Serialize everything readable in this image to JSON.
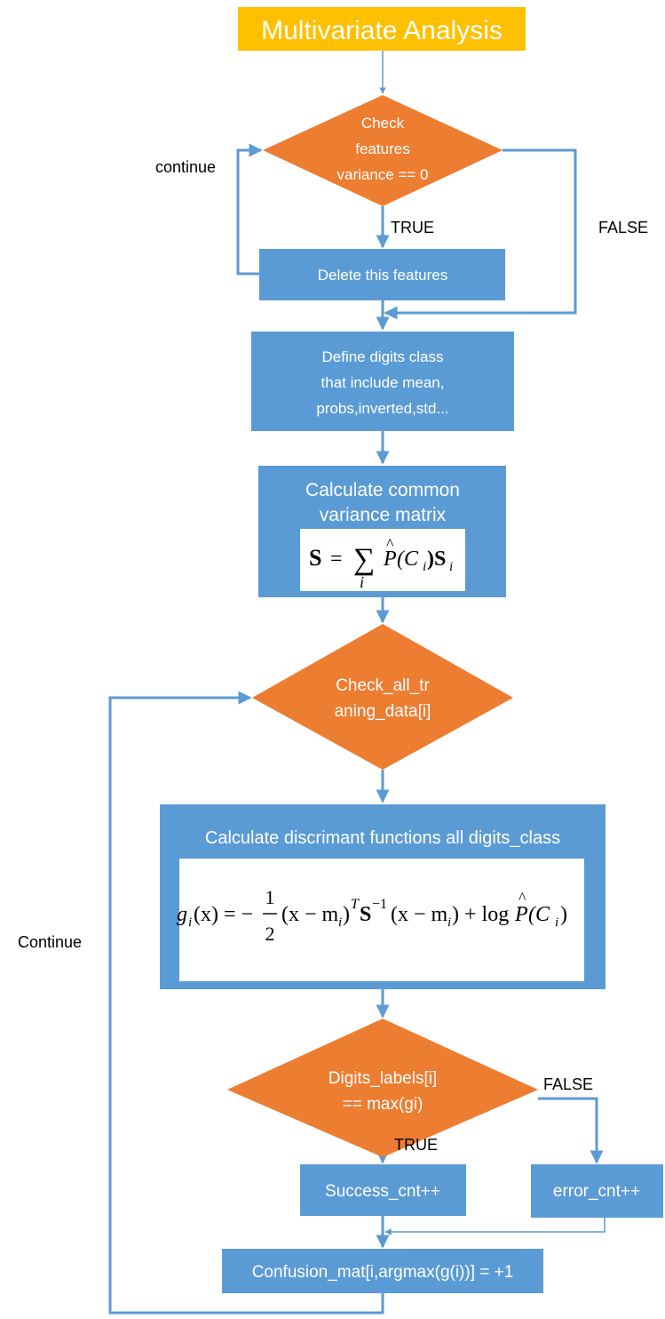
{
  "colors": {
    "title_fill": "#ffc000",
    "process_fill": "#5b9bd5",
    "decision_fill": "#ed7d31",
    "connector": "#5b9bd5",
    "node_text": "#ffffff",
    "side_text": "#000000"
  },
  "title": "Multivariate Analysis",
  "decision1": {
    "lines": [
      "Check",
      "features",
      "variance == 0"
    ]
  },
  "delete_box": {
    "label": "Delete this features"
  },
  "define_box": {
    "lines": [
      "Define digits class",
      "that include mean,",
      "probs,inverted,std..."
    ]
  },
  "variance_box": {
    "lines": [
      "Calculate common",
      "variance matrix"
    ],
    "formula": {
      "lhs": "S",
      "eq": "=",
      "sum": "∑",
      "sub": "i",
      "p": "P",
      "hat": "^",
      "arg_open": "(C",
      "arg_sub": "i",
      "arg_close": ")S",
      "tail_sub": "i"
    }
  },
  "decision2": {
    "lines": [
      "Check_all_tr",
      "aning_data[i]"
    ]
  },
  "discriminant_box": {
    "label": "Calculate discrimant functions all digits_class",
    "formula": {
      "g": "g",
      "g_sub": "i",
      "g_arg": "(x) = −",
      "frac_num": "1",
      "frac_den": "2",
      "part1": "(x − m",
      "part1_sub": "i",
      "part1_close": ")",
      "sup_t": "T",
      "s": "S",
      "sup_inv": "−1",
      "part2": "(x − m",
      "part2_sub": "i",
      "part2_close": ") + log",
      "p": "P",
      "hat": "^",
      "c_open": "(C",
      "c_sub": "i",
      "c_close": ")"
    }
  },
  "decision3": {
    "lines": [
      "Digits_labels[i]",
      "== max(gi)"
    ]
  },
  "success_box": {
    "label": "Success_cnt++"
  },
  "error_box": {
    "label": "error_cnt++"
  },
  "confusion_box": {
    "label": "Confusion_mat[i,argmax(g(i))] = +1"
  },
  "edge_labels": {
    "continue_top": "continue",
    "true_1": "TRUE",
    "false_1": "FALSE",
    "continue_outer": "Continue",
    "false_2": "FALSE",
    "true_2": "TRUE"
  }
}
